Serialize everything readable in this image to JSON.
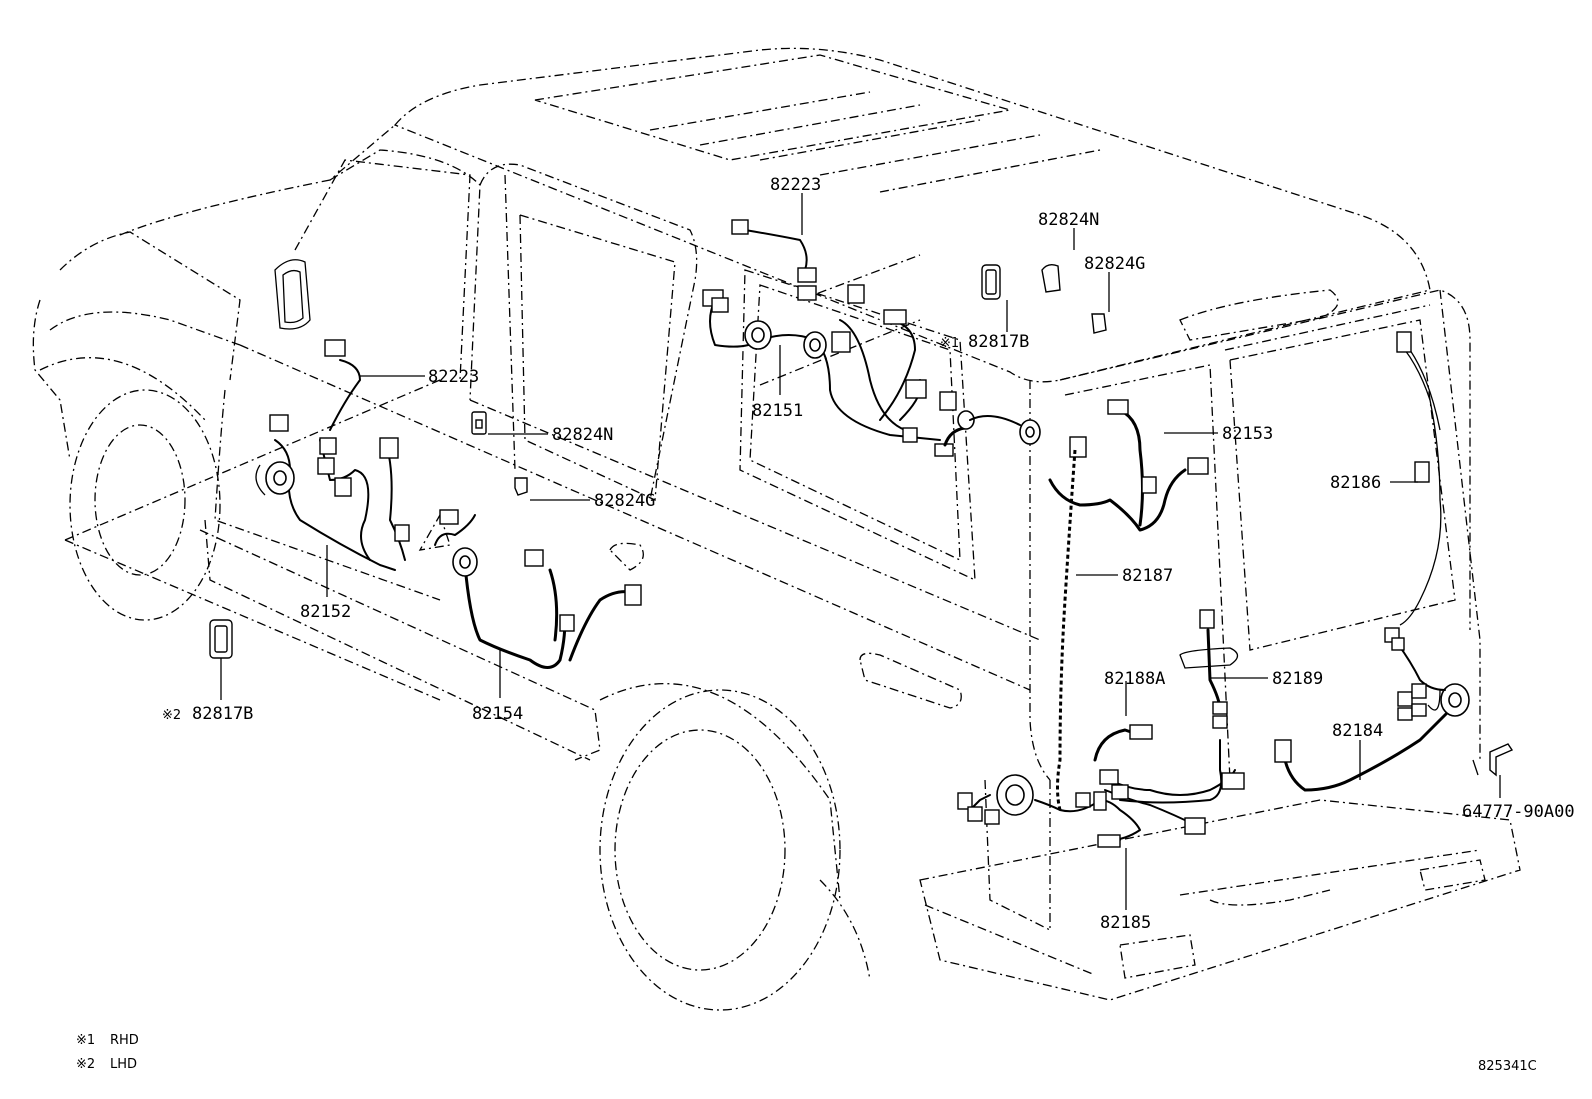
{
  "callouts": [
    {
      "part": "82223"
    },
    {
      "part": "82824N"
    },
    {
      "part": "82824G"
    },
    {
      "part": "82817B",
      "mark": "※1"
    },
    {
      "part": "82223"
    },
    {
      "part": "82824N"
    },
    {
      "part": "82824G"
    },
    {
      "part": "82151"
    },
    {
      "part": "82153"
    },
    {
      "part": "82186"
    },
    {
      "part": "82187"
    },
    {
      "part": "82152"
    },
    {
      "part": "82817B",
      "mark": "※2"
    },
    {
      "part": "82154"
    },
    {
      "part": "82188A"
    },
    {
      "part": "82189"
    },
    {
      "part": "82184"
    },
    {
      "part": "64777-90A00"
    },
    {
      "part": "82185"
    }
  ],
  "legend": [
    {
      "mark": "※1",
      "text": "RHD"
    },
    {
      "mark": "※2",
      "text": "LHD"
    }
  ],
  "figure_code": "825341C"
}
